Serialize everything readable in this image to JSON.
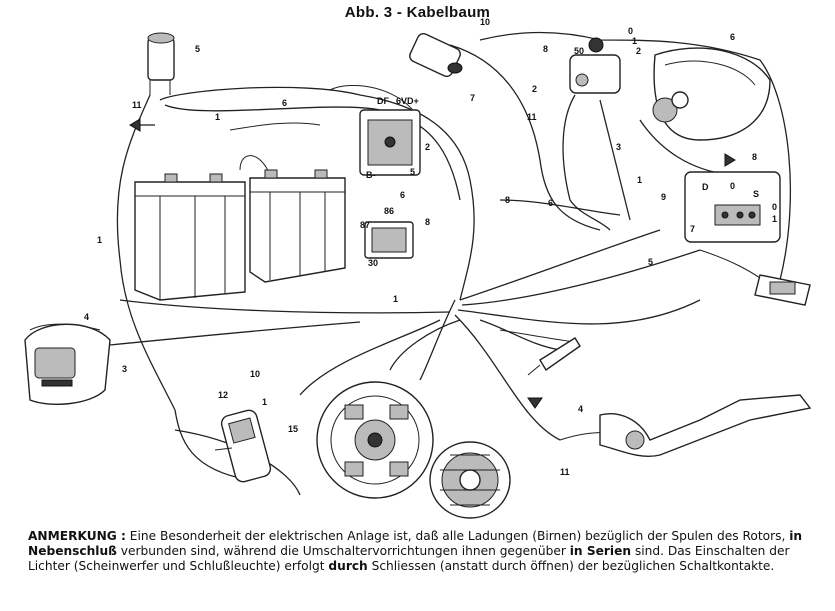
{
  "title": "Abb. 3 - Kabelbaum",
  "callouts": [
    "1",
    "2",
    "3",
    "4",
    "5",
    "6",
    "7",
    "8",
    "9",
    "10",
    "11",
    "12",
    "15"
  ],
  "terminal_labels": [
    "DF",
    "6VD+",
    "B-",
    "87",
    "86",
    "30",
    "50",
    "0",
    "1",
    "2",
    "D",
    "S"
  ],
  "note": {
    "heading": "ANMERKUNG :",
    "p1": " Eine Besonderheit der elektrischen Anlage ist, daß alle Ladungen (Birnen) bezüglich der Spulen des Rotors, ",
    "b1": "in Nebenschluß",
    "p2": " verbunden sind, während die Umschaltervorrichtungen ihnen gegenüber ",
    "b2": "in Serien",
    "p3": " sind. Das Einschalten der Lichter (Scheinwerfer und Schlußleuchte) erfolgt ",
    "b3": "durch",
    "p4": " Schliessen (anstatt durch öffnen) der bezüglichen Schaltkontakte."
  }
}
